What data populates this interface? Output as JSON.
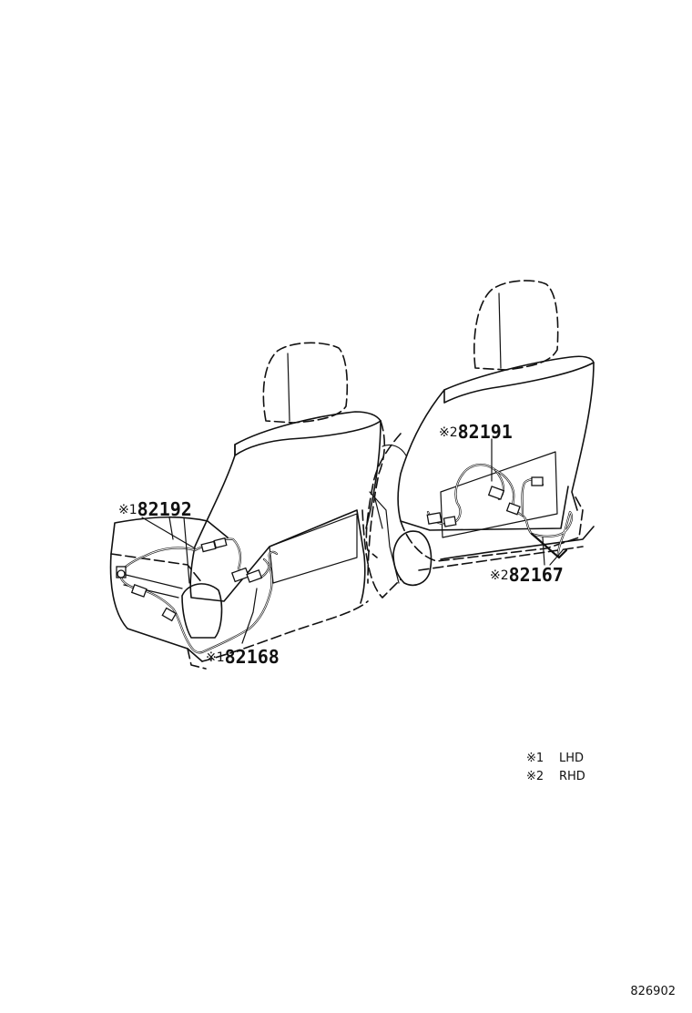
{
  "labels": {
    "left_harness_top": {
      "mark": "※1",
      "number": "82192"
    },
    "left_harness_bottom": {
      "mark": "※1",
      "number": "82168"
    },
    "right_harness_top": {
      "mark": "※2",
      "number": "82191"
    },
    "right_harness_bottom": {
      "mark": "※2",
      "number": "82167"
    }
  },
  "legend": [
    {
      "code": "※1",
      "text": "LHD"
    },
    {
      "code": "※2",
      "text": "RHD"
    }
  ],
  "figure_id": "826902"
}
